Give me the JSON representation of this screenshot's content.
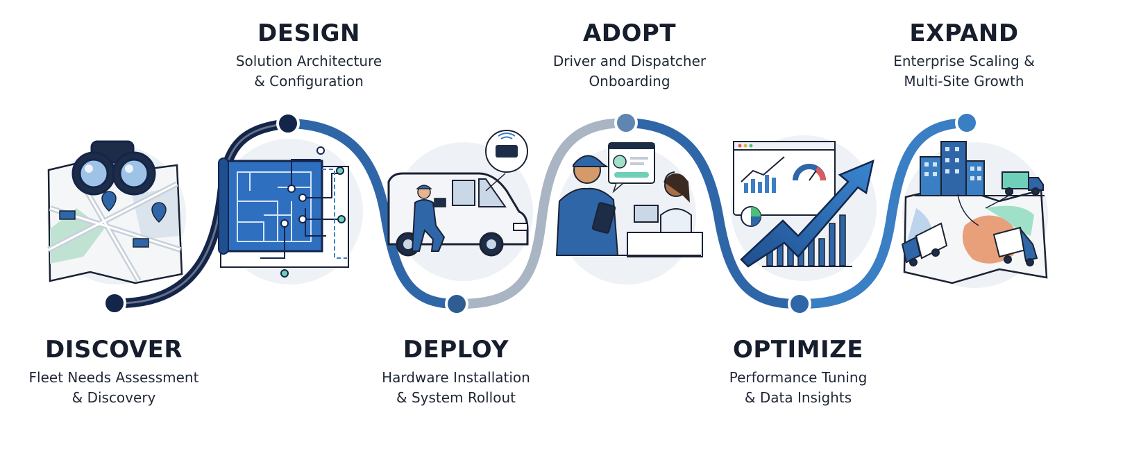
{
  "stages": [
    {
      "title": "DISCOVER",
      "line1": "Fleet Needs Assessment",
      "line2": "& Discovery",
      "icon": "binoculars-map-icon"
    },
    {
      "title": "DESIGN",
      "line1": "Solution Architecture",
      "line2": "& Configuration",
      "icon": "blueprint-icon"
    },
    {
      "title": "DEPLOY",
      "line1": "Hardware Installation",
      "line2": "& System Rollout",
      "icon": "van-installation-icon"
    },
    {
      "title": "ADOPT",
      "line1": "Driver and Dispatcher",
      "line2": "Onboarding",
      "icon": "onboarding-icon"
    },
    {
      "title": "OPTIMIZE",
      "line1": "Performance Tuning",
      "line2": "& Data Insights",
      "icon": "analytics-dashboard-icon"
    },
    {
      "title": "EXPAND",
      "line1": "Enterprise Scaling &",
      "line2": "Multi-Site Growth",
      "icon": "expansion-map-icon"
    }
  ],
  "colors": {
    "navy": "#14254a",
    "blue": "#2f66a8",
    "steel": "#9aa9ba",
    "bright_blue": "#3a7ec4",
    "heading": "#161d2c"
  }
}
